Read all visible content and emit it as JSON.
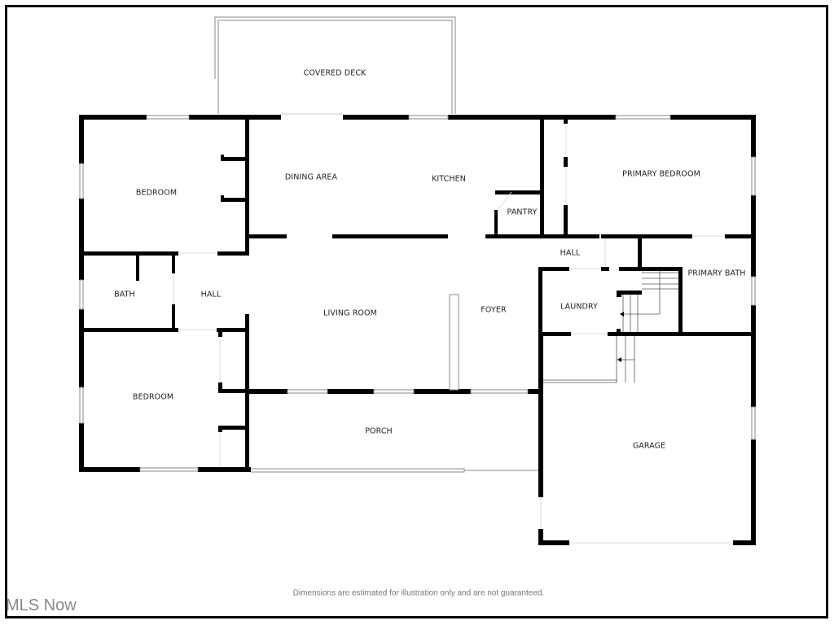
{
  "plan": {
    "rooms": {
      "covered_deck": "COVERED DECK",
      "bedroom_nw": "BEDROOM",
      "dining_area": "DINING AREA",
      "kitchen": "KITCHEN",
      "pantry": "PANTRY",
      "primary_bedroom": "PRIMARY BEDROOM",
      "hall_east": "HALL",
      "primary_bath": "PRIMARY BATH",
      "bath": "BATH",
      "hall_west": "HALL",
      "living_room": "LIVING ROOM",
      "foyer": "FOYER",
      "laundry": "LAUNDRY",
      "bedroom_sw": "BEDROOM",
      "porch": "PORCH",
      "garage": "GARAGE"
    },
    "colors": {
      "wall": "#000000",
      "window": "#999999",
      "label": "#222222"
    }
  },
  "footer": {
    "disclaimer": "Dimensions are estimated for illustration only and are not guaranteed.",
    "watermark": "MLS Now"
  }
}
